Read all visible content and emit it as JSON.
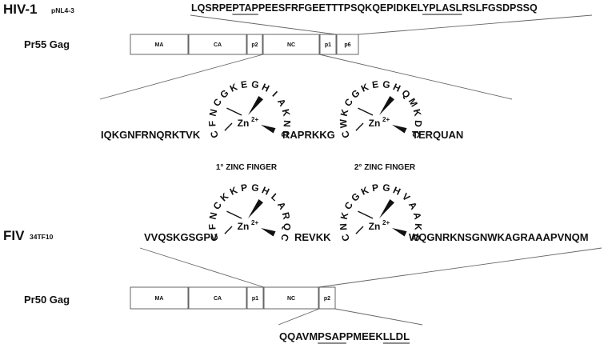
{
  "hiv": {
    "name": "HIV-1",
    "strain": "pNL4-3",
    "precursor": "Pr55 Gag",
    "domains": [
      "MA",
      "CA",
      "p2",
      "NC",
      "p1",
      "p6"
    ],
    "p6_sequence": {
      "pre1": "LQSRPE",
      "motif1": "PTAP",
      "mid": "PEESFRFGEETTTPSQKQEPIDKEL",
      "motif2": "YPLASL",
      "post": "RSLFGSDPSSQ"
    },
    "nc_segments": [
      "IQKGNFRNQRKTVK",
      "RAPRKKG",
      "TERQUAN"
    ],
    "finger1_letters": [
      "C",
      "F",
      "N",
      "C",
      "G",
      "K",
      "E",
      "G",
      "H",
      "I",
      "A",
      "K",
      "N",
      "C"
    ],
    "finger2_letters": [
      "C",
      "W",
      "K",
      "C",
      "G",
      "K",
      "E",
      "G",
      "H",
      "Q",
      "M",
      "K",
      "D",
      "C"
    ],
    "zn_label": "Zn",
    "zn_charge": "2+",
    "finger_label_1": "1° ZINC FINGER",
    "finger_label_2": "2° ZINC FINGER"
  },
  "fiv": {
    "name": "FIV",
    "strain": "34TF10",
    "precursor": "Pr50 Gag",
    "domains": [
      "MA",
      "CA",
      "p1",
      "NC",
      "p2"
    ],
    "nc_segments": [
      "VVQSKGSGPV",
      "REVKK",
      "WQGNRKNSGNWKAGRAAAPVNQM"
    ],
    "finger1_letters": [
      "C",
      "F",
      "N",
      "C",
      "K",
      "K",
      "P",
      "G",
      "H",
      "L",
      "A",
      "R",
      "Q",
      "C"
    ],
    "finger2_letters": [
      "C",
      "N",
      "K",
      "C",
      "G",
      "K",
      "P",
      "G",
      "H",
      "V",
      "A",
      "A",
      "K",
      "C"
    ],
    "zn_label": "Zn",
    "zn_charge": "2+",
    "p2_sequence": {
      "pre": "QQAVM",
      "motif1": "PSAP",
      "mid": "PMEEK",
      "motif2": "LLDL"
    }
  }
}
